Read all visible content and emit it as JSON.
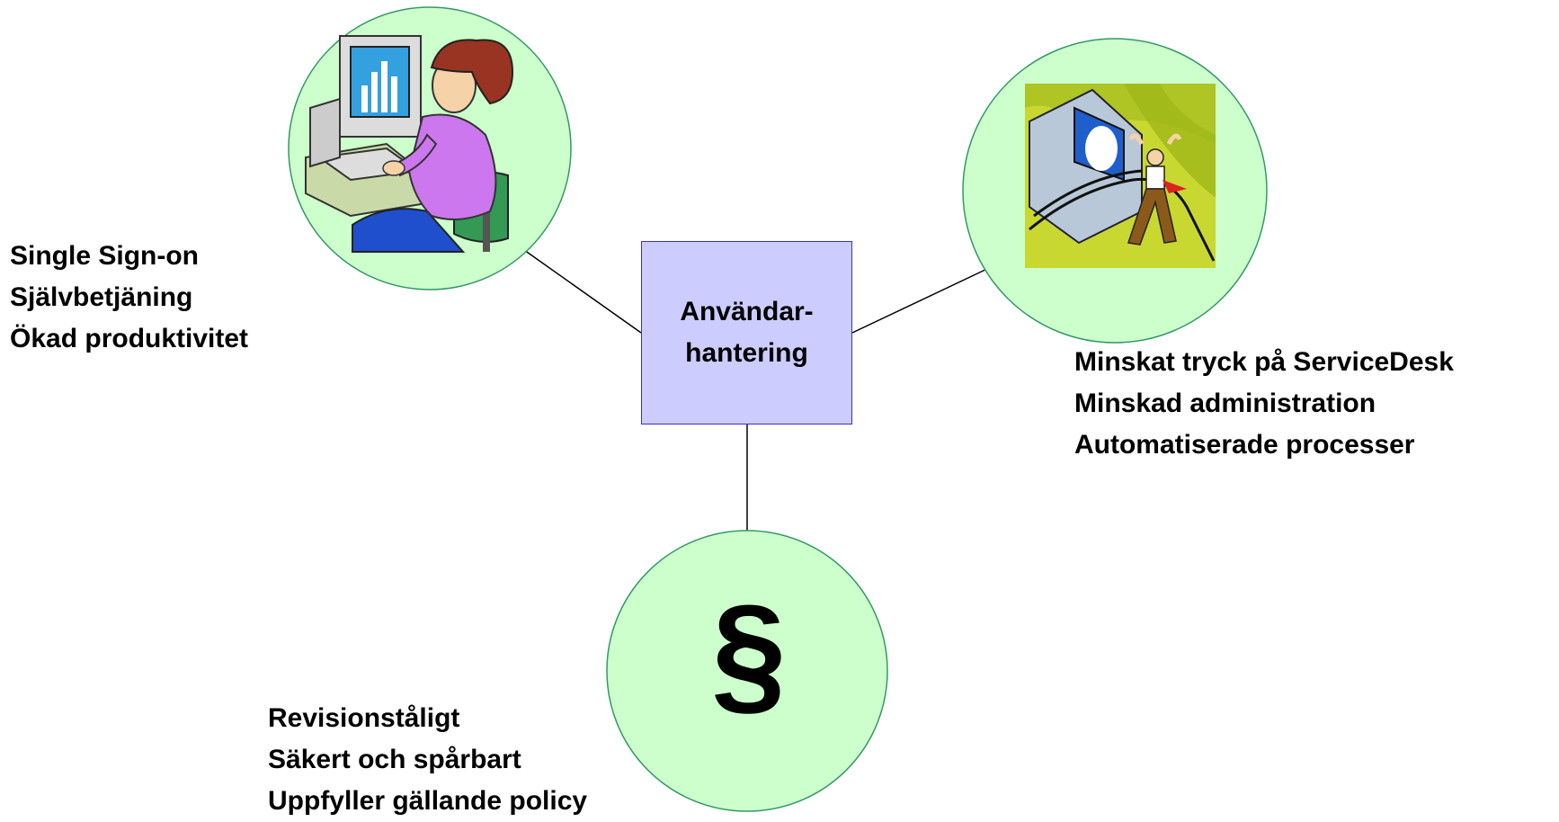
{
  "center": {
    "line1": "Användar-",
    "line2": "hantering"
  },
  "user_benefits": [
    "Single Sign-on",
    "Självbetjäning",
    "Ökad produktivitet"
  ],
  "it_benefits": [
    "Minskat tryck på ServiceDesk",
    "Minskad administration",
    "Automatiserade processer"
  ],
  "compliance_benefits": [
    "Revisionståligt",
    "Säkert och spårbart",
    "Uppfyller gällande policy"
  ],
  "compliance_icon": {
    "glyph": "§"
  },
  "icons": {
    "user_node": "woman-at-computer-icon",
    "it_node": "computer-worker-icon",
    "compliance_node": "section-sign-icon"
  },
  "colors": {
    "circle_fill": "#ccffcc",
    "circle_stroke": "#339966",
    "box_fill": "#ccccff",
    "box_stroke": "#3333cc"
  }
}
